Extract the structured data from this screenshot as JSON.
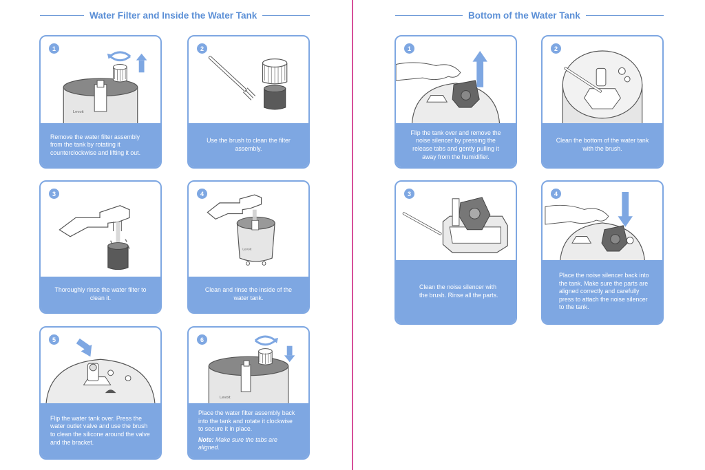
{
  "left": {
    "title": "Water Filter and Inside the Water Tank",
    "steps": [
      {
        "num": "1",
        "text": "Remove the water filter assembly from the tank by rotating it counterclockwise and lifting it out.",
        "brand": "Levoit"
      },
      {
        "num": "2",
        "text": "Use the brush to clean the filter assembly."
      },
      {
        "num": "3",
        "text": "Thoroughly rinse the water filter to clean it."
      },
      {
        "num": "4",
        "text": "Clean and rinse the inside of the water tank.",
        "brand": "Levoit"
      },
      {
        "num": "5",
        "text": "Flip the water tank over. Press the water outlet valve and use the brush to clean the silicone around the valve and the bracket."
      },
      {
        "num": "6",
        "text": "Place the water filter assembly back into the tank and rotate it clockwise to secure it in place.",
        "note_label": "Note:",
        "note_text": " Make sure the tabs are aligned.",
        "brand": "Levoit"
      }
    ]
  },
  "right": {
    "title": "Bottom of the Water Tank",
    "steps": [
      {
        "num": "1",
        "text": "Flip the tank over and remove the noise silencer by pressing the release tabs and gently pulling it away from the humidifier."
      },
      {
        "num": "2",
        "text": "Clean the bottom of the water tank with the brush."
      },
      {
        "num": "3",
        "text": "Clean the noise silencer with the brush. Rinse all the parts."
      },
      {
        "num": "4",
        "text": "Place the noise silencer back into the tank. Make sure the parts are aligned correctly and carefully press to attach the noise silencer to the tank."
      }
    ]
  },
  "colors": {
    "accent": "#7ea7e2",
    "title": "#5b8fd6",
    "divider": "#d64f9a",
    "illustration_stroke": "#555555",
    "tank_fill": "#e6e6e6",
    "filter_dark": "#555555"
  }
}
